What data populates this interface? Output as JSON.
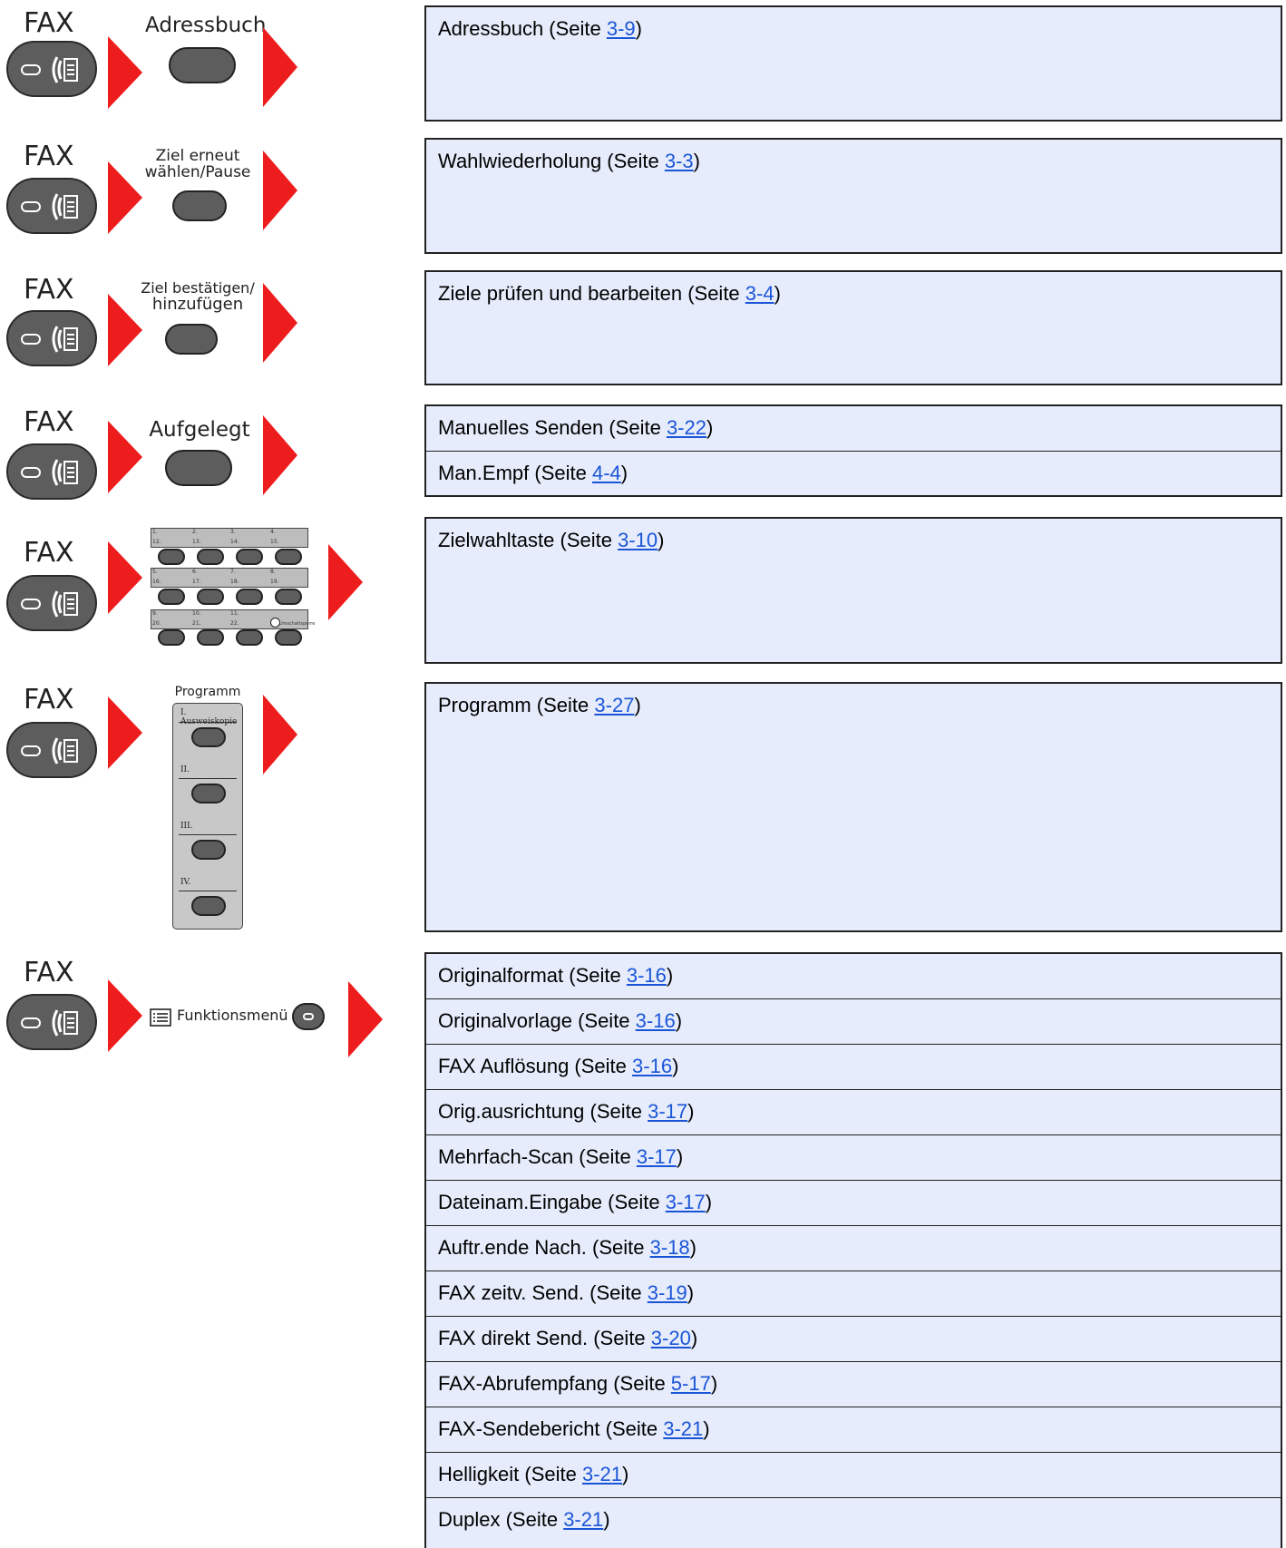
{
  "fax_label": "FAX",
  "colors": {
    "arrow": "#ee1d1d",
    "panel": "#e6ecfb",
    "link": "#1a55d8",
    "key": "#5d5d5d"
  },
  "icons": {
    "fax_button": "fax-phone-icon",
    "arrow": "red-arrow-icon",
    "menu": "menu-list-icon"
  },
  "sections": [
    {
      "key_label": "Adressbuch",
      "items": [
        {
          "text": "Adressbuch (Seite ",
          "ref": "3-9",
          "close": ")"
        }
      ]
    },
    {
      "key_label_line1": "Ziel erneut",
      "key_label_line2": "wählen/Pause",
      "items": [
        {
          "text": "Wahlwiederholung (Seite ",
          "ref": "3-3",
          "close": ")"
        }
      ]
    },
    {
      "key_label_line1": "Ziel bestätigen/",
      "key_label_line2": "hinzufügen",
      "items": [
        {
          "text": "Ziele prüfen und bearbeiten (Seite ",
          "ref": "3-4",
          "close": ")"
        }
      ]
    },
    {
      "key_label": "Aufgelegt",
      "items": [
        {
          "text": "Manuelles Senden (Seite ",
          "ref": "3-22",
          "close": ")"
        },
        {
          "text": "Man.Empf (Seite ",
          "ref": "4-4",
          "close": ")"
        }
      ]
    },
    {
      "onetouch": {
        "row1_top": [
          "1.",
          "2.",
          "3.",
          "4."
        ],
        "row1_bot": [
          "12.",
          "13.",
          "14.",
          "15."
        ],
        "row2_top": [
          "5.",
          "6.",
          "7.",
          "8."
        ],
        "row2_bot": [
          "16.",
          "17.",
          "18.",
          "19."
        ],
        "row3_top": [
          "9.",
          "10.",
          "11."
        ],
        "row3_bot": [
          "20.",
          "21.",
          "22."
        ],
        "lock_label": "Umschaltsperre"
      },
      "items": [
        {
          "text": "Zielwahltaste (Seite ",
          "ref": "3-10",
          "close": ")"
        }
      ]
    },
    {
      "program": {
        "title": "Programm",
        "labels": [
          "I. Ausweiskopie",
          "II.",
          "III.",
          "IV."
        ]
      },
      "items": [
        {
          "text": "Programm (Seite ",
          "ref": "3-27",
          "close": ")"
        }
      ]
    },
    {
      "key_label": "Funktionsmenü",
      "items": [
        {
          "text": "Originalformat (Seite ",
          "ref": "3-16",
          "close": ")"
        },
        {
          "text": "Originalvorlage (Seite ",
          "ref": "3-16",
          "close": ")"
        },
        {
          "text": "FAX Auflösung (Seite ",
          "ref": "3-16",
          "close": ")"
        },
        {
          "text": "Orig.ausrichtung (Seite ",
          "ref": "3-17",
          "close": ")"
        },
        {
          "text": "Mehrfach-Scan (Seite ",
          "ref": "3-17",
          "close": ")"
        },
        {
          "text": "Dateinam.Eingabe (Seite ",
          "ref": "3-17",
          "close": ")"
        },
        {
          "text": "Auftr.ende Nach. (Seite ",
          "ref": "3-18",
          "close": ")"
        },
        {
          "text": "FAX zeitv. Send. (Seite ",
          "ref": "3-19",
          "close": ")"
        },
        {
          "text": "FAX direkt Send. (Seite ",
          "ref": "3-20",
          "close": ")"
        },
        {
          "text": "FAX-Abrufempfang (Seite ",
          "ref": "5-17",
          "close": ")"
        },
        {
          "text": "FAX-Sendebericht (Seite ",
          "ref": "3-21",
          "close": ")"
        },
        {
          "text": "Helligkeit (Seite ",
          "ref": "3-21",
          "close": ")"
        },
        {
          "text": "Duplex (Seite ",
          "ref": "3-21",
          "close": ")"
        }
      ]
    }
  ]
}
